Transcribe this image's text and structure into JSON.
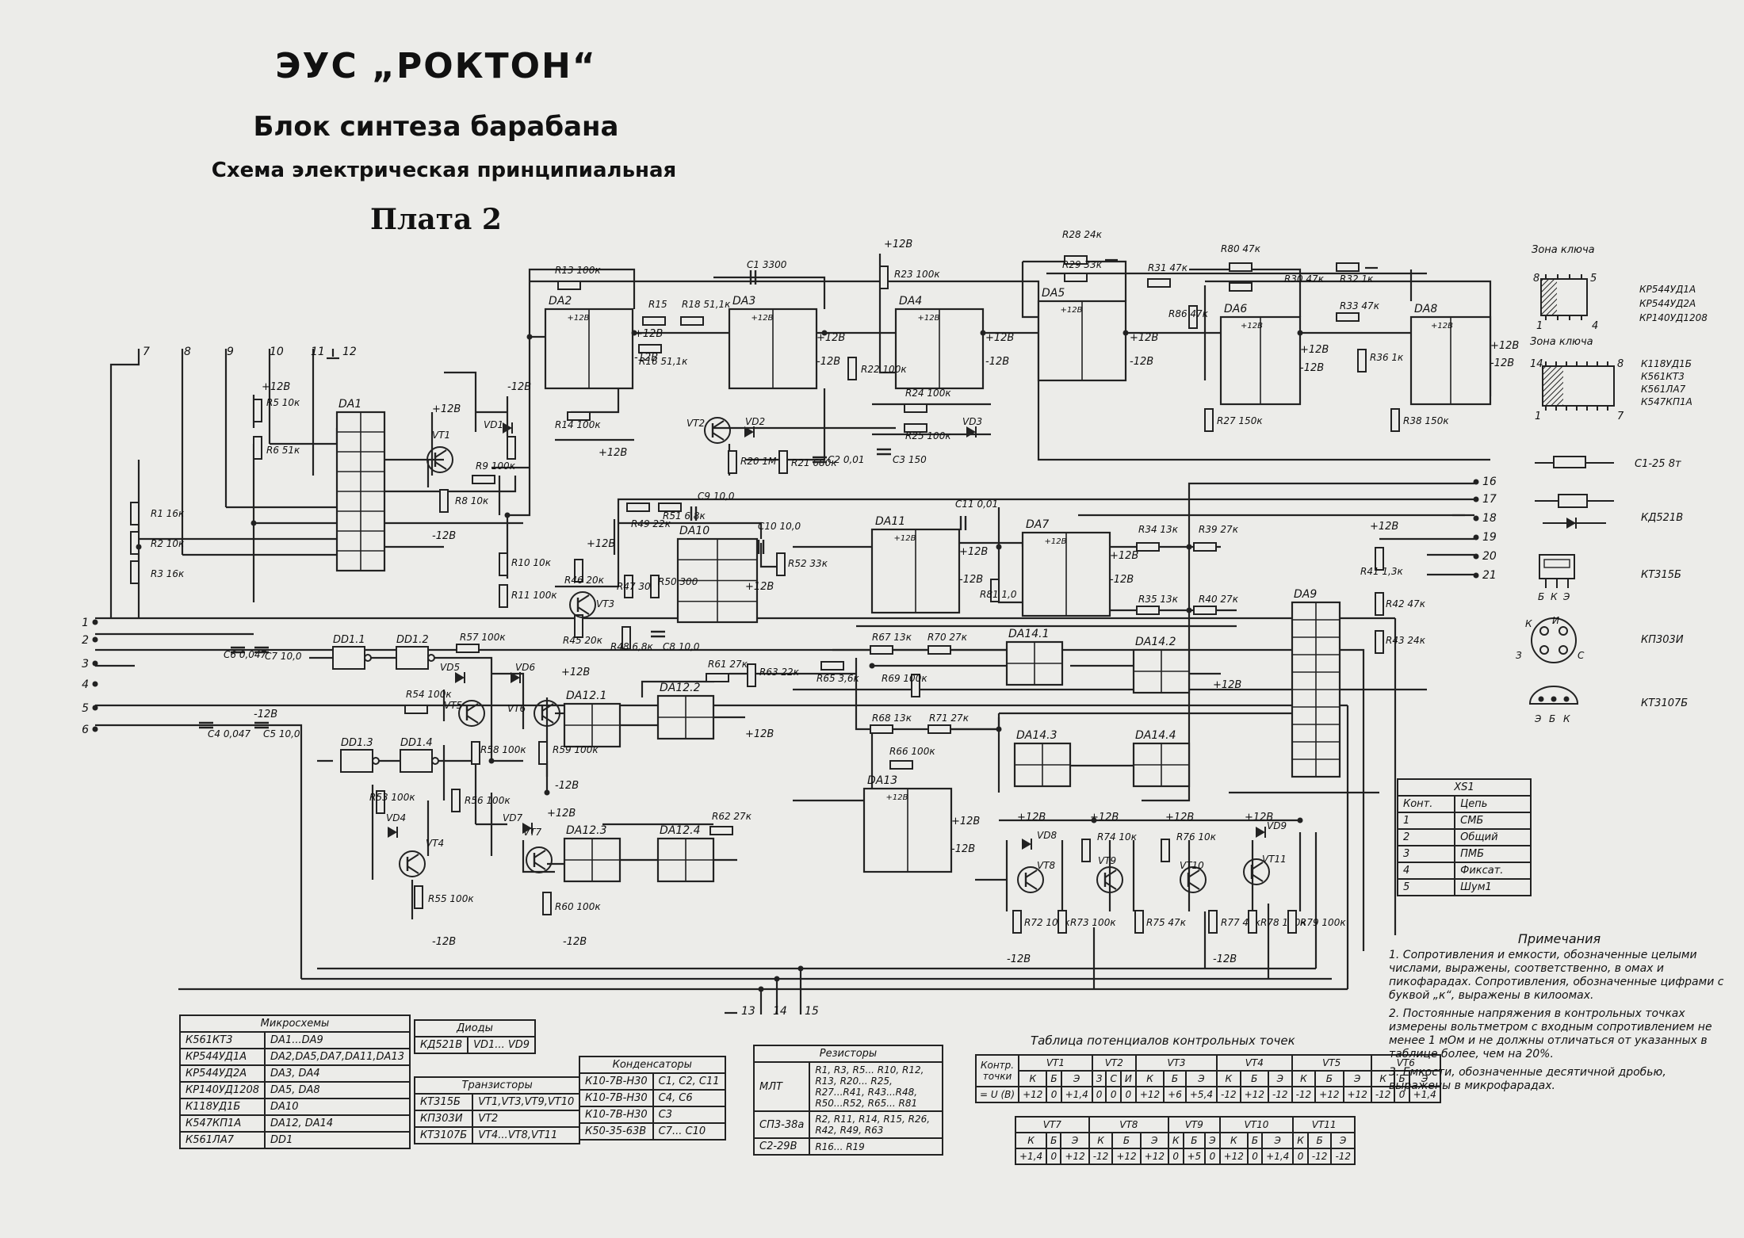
{
  "header": {
    "line1": "ЭУС „РОКТОН“",
    "line2": "Блок синтеза барабана",
    "line3": "Схема электрическая принципиальная",
    "line4": "Плата 2"
  },
  "chips": {
    "DA1": "DA1",
    "DA2": "DA2",
    "DA3": "DA3",
    "DA4": "DA4",
    "DA5": "DA5",
    "DA6": "DA6",
    "DA7": "DA7",
    "DA8": "DA8",
    "DA9": "DA9",
    "DA10": "DA10",
    "DA11": "DA11",
    "DA12_1": "DA12.1",
    "DA12_2": "DA12.2",
    "DA12_3": "DA12.3",
    "DA12_4": "DA12.4",
    "DA13": "DA13",
    "DA14_1": "DA14.1",
    "DA14_2": "DA14.2",
    "DA14_3": "DA14.3",
    "DA14_4": "DA14.4",
    "DD1_1": "DD1.1",
    "DD1_2": "DD1.2",
    "DD1_3": "DD1.3",
    "DD1_4": "DD1.4"
  },
  "parts": {
    "R13": "R13 100к",
    "R15": "R15",
    "R16": "R16 51,1к",
    "R18": "R18 51,1к",
    "C1": "C1 3300",
    "R23": "R23 100к",
    "R28": "R28 24к",
    "R29": "R29 33к",
    "R31": "R31 47к",
    "R80": "R80 47к",
    "R30": "R30 47к",
    "R32": "R32 1к",
    "R33": "R33 47к",
    "R86": "R86 47к",
    "R36": "R36 1к",
    "R27": "R27 150к",
    "R38": "R38 150к",
    "R5": "R5 10к",
    "R6": "R6 51к",
    "R9": "R9 100к",
    "R8": "R8 10к",
    "R14": "R14 100к",
    "R20": "R20 1М",
    "R21": "R21 680к",
    "C2": "C2 0,01",
    "R22": "R22 100к",
    "R24": "R24 100к",
    "R25": "R25 100к",
    "C3": "C3 150",
    "R1": "R1 16к",
    "R2": "R2 10к",
    "R3": "R3 16к",
    "R10": "R10 10к",
    "R11": "R11 100к",
    "R49": "R49 22к",
    "R51": "R51 6,8к",
    "C9": "C9 10,0",
    "C10": "C10 10,0",
    "R52": "R52 33к",
    "R46": "R46 20к",
    "R47": "R47 300",
    "R50": "R50 300",
    "R45": "R45 20к",
    "R48": "R48 6,8к",
    "C8": "C8 10,0",
    "C11": "C11 0,01",
    "R81": "R81 1,0",
    "R34": "R34 13к",
    "R39": "R39 27к",
    "R35": "R35 13к",
    "R40": "R40 27к",
    "R41": "R41 1,3к",
    "R42": "R42 47к",
    "R43": "R43 24к",
    "C6": "C6 0,047",
    "C7": "C7 10,0",
    "C4": "C4 0,047",
    "C5": "C5 10,0",
    "R57": "R57 100к",
    "R54": "R54 100к",
    "R58": "R58 100к",
    "R59": "R59 100к",
    "R61": "R61 27к",
    "R63": "R63 22к",
    "R65": "R65 3,6к",
    "R67": "R67 13к",
    "R70": "R70 27к",
    "R69": "R69 100к",
    "R68": "R68 13к",
    "R71": "R71 27к",
    "R66": "R66 100к",
    "R53": "R53 100к",
    "R56": "R56 100к",
    "R55": "R55 100к",
    "R60": "R60 100к",
    "R62": "R62 27к",
    "R72": "R72 100к",
    "R73": "R73 100к",
    "R74": "R74 10к",
    "R75": "R75 47к",
    "R76": "R76 10к",
    "R77": "R77 47к",
    "R78": "R78 100к",
    "R79": "R79 100к",
    "VT1": "VT1",
    "VT2": "VT2",
    "VT3": "VT3",
    "VT4": "VT4",
    "VT5": "VT5",
    "VT6": "VT6",
    "VT7": "VT7",
    "VT8": "VT8",
    "VT9": "VT9",
    "VT10": "VT10",
    "VT11": "VT11",
    "VD1": "VD1",
    "VD2": "VD2",
    "VD3": "VD3",
    "VD4": "VD4",
    "VD5": "VD5",
    "VD6": "VD6",
    "VD7": "VD7",
    "VD8": "VD8",
    "VD9": "VD9"
  },
  "rails": {
    "pos": "+12В",
    "neg": "-12В"
  },
  "pins_left": [
    "1",
    "2",
    "3",
    "4",
    "5",
    "6"
  ],
  "pins_top": [
    "7",
    "8",
    "9",
    "10",
    "11",
    "12"
  ],
  "pins_right": [
    "16",
    "17",
    "18",
    "19",
    "20",
    "21"
  ],
  "pins_bottom": [
    "13",
    "14",
    "15"
  ],
  "legend": {
    "key_zone_1": "Зона ключа",
    "key_zone_2": "Зона ключа",
    "dip8_pins": [
      "8",
      "5",
      "1",
      "4"
    ],
    "dip8_types": [
      "КР544УД1А",
      "КР544УД2А",
      "КР140УД1208"
    ],
    "dip14_pins": [
      "14",
      "8",
      "1",
      "7"
    ],
    "dip14_types": [
      "К118УД1Б",
      "К561КТ3",
      "К561ЛА7",
      "К547КП1А"
    ],
    "resistor": "С1-25 8т",
    "diode": "КД521В",
    "kt315": "КТ315Б",
    "kt315_pins": [
      "Б",
      "К",
      "Э"
    ],
    "kp303": "КП303И",
    "kp303_pins": [
      "К",
      "З",
      "И",
      "С"
    ],
    "kt3107": "КТ3107Б",
    "kt3107_pins": [
      "Э",
      "Б",
      "К"
    ]
  },
  "xs1": {
    "title": "XS1",
    "headers": [
      "Конт.",
      "Цепь"
    ],
    "rows": [
      [
        "1",
        "СМБ"
      ],
      [
        "2",
        "Общий"
      ],
      [
        "3",
        "ПМБ"
      ],
      [
        "4",
        "Фиксат."
      ],
      [
        "5",
        "Шум1"
      ]
    ]
  },
  "micro_table": {
    "title": "Микросхемы",
    "rows": [
      [
        "К561КТ3",
        "DA1...DA9"
      ],
      [
        "КР544УД1А",
        "DA2,DA5,DA7,DA11,DA13"
      ],
      [
        "КР544УД2А",
        "DA3, DA4"
      ],
      [
        "КР140УД1208",
        "DA5, DA8"
      ],
      [
        "К118УД1Б",
        "DA10"
      ],
      [
        "К547КП1А",
        "DA12, DA14"
      ],
      [
        "К561ЛА7",
        "DD1"
      ]
    ]
  },
  "diode_table": {
    "title": "Диоды",
    "rows": [
      [
        "КД521В",
        "VD1... VD9"
      ]
    ]
  },
  "trans_table": {
    "title": "Транзисторы",
    "rows": [
      [
        "КТ315Б",
        "VT1,VT3,VT9,VT10"
      ],
      [
        "КП303И",
        "VT2"
      ],
      [
        "КТ3107Б",
        "VT4...VT8,VT11"
      ]
    ]
  },
  "cap_table": {
    "title": "Конденсаторы",
    "rows": [
      [
        "К10-7В-Н30",
        "С1, С2, С11"
      ],
      [
        "К10-7В-Н30",
        "С4, С6"
      ],
      [
        "К10-7В-Н30",
        "С3"
      ],
      [
        "К50-35-63В",
        "С7... С10"
      ]
    ]
  },
  "res_table": {
    "title": "Резисторы",
    "rows": [
      [
        "МЛТ",
        "R1, R3, R5... R10, R12, R13, R20... R25, R27...R41, R43...R48, R50...R52, R65... R81"
      ],
      [
        "СП3-38а",
        "R2, R11, R14, R15, R26, R42, R49, R63"
      ],
      [
        "С2-29В",
        "R16... R19"
      ]
    ]
  },
  "cp_table": {
    "title": "Таблица потенциалов контрольных точек",
    "row1_label": "Контр. точки",
    "row2_label": "= U (В)",
    "groups1": [
      "VT1",
      "VT2",
      "VT3",
      "VT4",
      "VT5",
      "VT6"
    ],
    "sub1": [
      "К",
      "Б",
      "Э",
      "З",
      "С",
      "И",
      "К",
      "Б",
      "Э",
      "К",
      "Б",
      "Э",
      "К",
      "Б",
      "Э",
      "К",
      "Б",
      "Э"
    ],
    "vals1": [
      "+12",
      "0",
      "+1,4",
      "0",
      "0",
      "0",
      "+12",
      "+6",
      "+5,4",
      "-12",
      "+12",
      "-12",
      "-12",
      "+12",
      "+12",
      "-12",
      "0",
      "+1,4"
    ],
    "groups2": [
      "VT7",
      "VT8",
      "VT9",
      "VT10",
      "VT11"
    ],
    "sub2": [
      "К",
      "Б",
      "Э",
      "К",
      "Б",
      "Э",
      "К",
      "Б",
      "Э",
      "К",
      "Б",
      "Э",
      "К",
      "Б",
      "Э"
    ],
    "vals2": [
      "+1,4",
      "0",
      "+12",
      "-12",
      "+12",
      "+12",
      "0",
      "+5",
      "0",
      "+12",
      "0",
      "+1,4",
      "0",
      "-12",
      "-12"
    ]
  },
  "notes": {
    "title": "Примечания",
    "n1": "1. Сопротивления и емкости, обозначенные целыми числами, выражены, соответственно, в омах и пикофарадах. Сопротивления, обозначенные цифрами с буквой „к“, выражены в килоомах.",
    "n2": "2. Постоянные напряжения в контрольных точках измерены вольтметром с входным сопротивлением не менее 1 мОм и не должны отличаться от указанных в таблице более, чем на 20%.",
    "n3": "3. Емкости, обозначенные десятичной дробью, выражены в микрофарадах."
  }
}
